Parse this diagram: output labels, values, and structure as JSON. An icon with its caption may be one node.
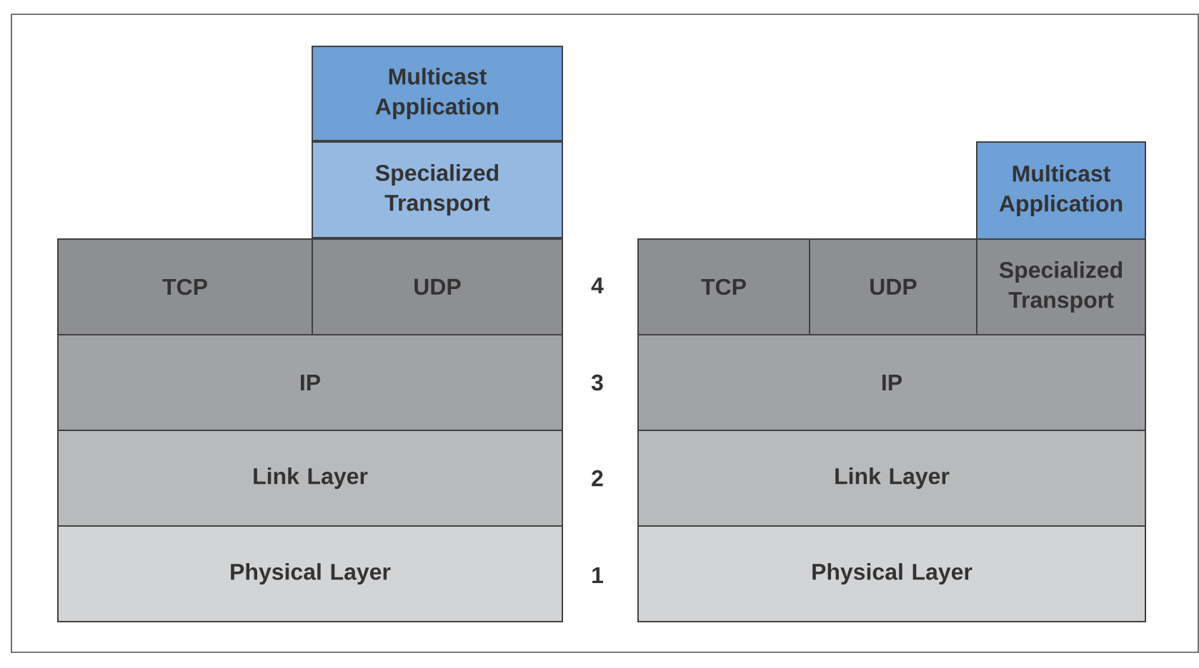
{
  "diagram": {
    "nodes": [
      {
        "text": [
          "Multicast Application"
        ]
      },
      {
        "text": [
          "Specialized Transport"
        ]
      },
      {
        "text": [
          "TCP"
        ]
      },
      {
        "text": [
          "UDP"
        ]
      },
      {
        "text": [
          "IP"
        ]
      },
      {
        "text": [
          "Link Layer"
        ]
      },
      {
        "text": [
          "Physical Layer"
        ]
      },
      {
        "text": [
          "Multicast Application"
        ]
      },
      {
        "text": [
          "TCP"
        ]
      },
      {
        "text": [
          "UDP"
        ]
      },
      {
        "text": [
          "Specialized Transport"
        ]
      },
      {
        "text": [
          "IP"
        ]
      },
      {
        "text": [
          "Link Layer"
        ]
      },
      {
        "text": [
          "Physical Layer"
        ]
      }
    ],
    "labels": [
      "4",
      "3",
      "2",
      "1"
    ]
  }
}
